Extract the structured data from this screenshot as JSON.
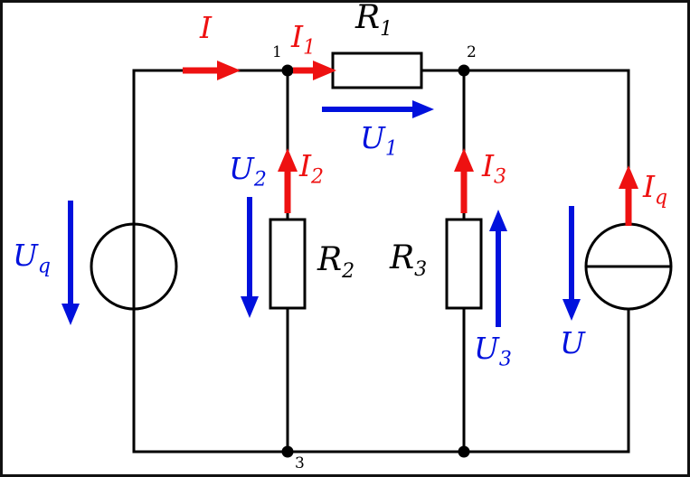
{
  "colors": {
    "wire": "#000000",
    "current": "#ee1111",
    "voltage": "#0011dd",
    "background": "#ffffff",
    "border": "#111111"
  },
  "components": {
    "r1": {
      "main": "R",
      "sub": "1"
    },
    "r2": {
      "main": "R",
      "sub": "2"
    },
    "r3": {
      "main": "R",
      "sub": "3"
    }
  },
  "currents": {
    "i": {
      "main": "I",
      "sub": ""
    },
    "i1": {
      "main": "I",
      "sub": "1"
    },
    "i2": {
      "main": "I",
      "sub": "2"
    },
    "i3": {
      "main": "I",
      "sub": "3"
    },
    "iq": {
      "main": "I",
      "sub": "q"
    }
  },
  "voltages": {
    "u": {
      "main": "U",
      "sub": ""
    },
    "u1": {
      "main": "U",
      "sub": "1"
    },
    "u2": {
      "main": "U",
      "sub": "2"
    },
    "u3": {
      "main": "U",
      "sub": "3"
    },
    "uq": {
      "main": "U",
      "sub": "q"
    }
  },
  "nodes": {
    "n1": "1",
    "n2": "2",
    "n3": "3"
  }
}
